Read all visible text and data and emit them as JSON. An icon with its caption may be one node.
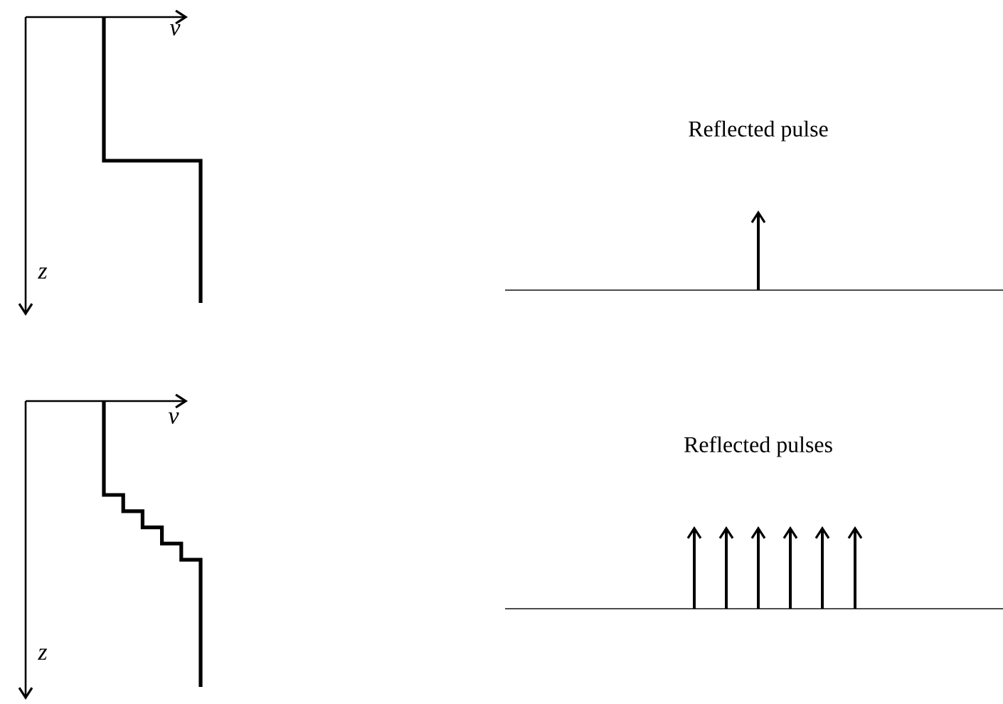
{
  "diagram": {
    "labels": [
      "v",
      "z",
      "Reflected pulse",
      "v",
      "z",
      "Reflected pulses"
    ]
  }
}
